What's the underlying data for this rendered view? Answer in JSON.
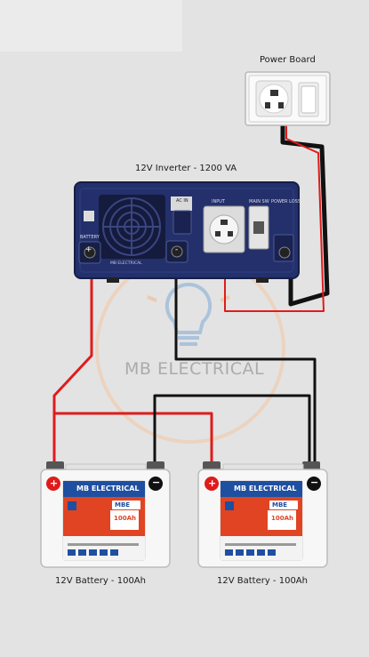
{
  "power_board": {
    "label": "Power Board"
  },
  "inverter": {
    "label": "12V Inverter - 1200 VA",
    "brand_text": "MB ELECTRICAL",
    "panel_label_top": "AC IN",
    "panel_label_input": "INPUT",
    "panel_label_switch": "MAIN SW",
    "panel_label_output": "POWER LOSS",
    "panel_label_battery": "BATTERY",
    "terminal_plus": "+",
    "terminal_minus": "-"
  },
  "watermark": {
    "text": "MB ELECTRICAL"
  },
  "batteries": [
    {
      "brand": "MB ELECTRICAL",
      "logo": "MBE",
      "rating": "100Ah",
      "plus_symbol": "+",
      "minus_symbol": "−",
      "caption": "12V Battery  - 100Ah"
    },
    {
      "brand": "MB ELECTRICAL",
      "logo": "MBE",
      "rating": "100Ah",
      "plus_symbol": "+",
      "minus_symbol": "−",
      "caption": "12V Battery  - 100Ah"
    }
  ],
  "colors": {
    "background": "#e3e3e3",
    "inverter_body": "#23306b",
    "battery_label_blue": "#1f4fa0",
    "battery_label_red": "#e04423",
    "positive_wire": "#e01b1b",
    "negative_wire": "#111111",
    "watermark": "#f0a070"
  }
}
